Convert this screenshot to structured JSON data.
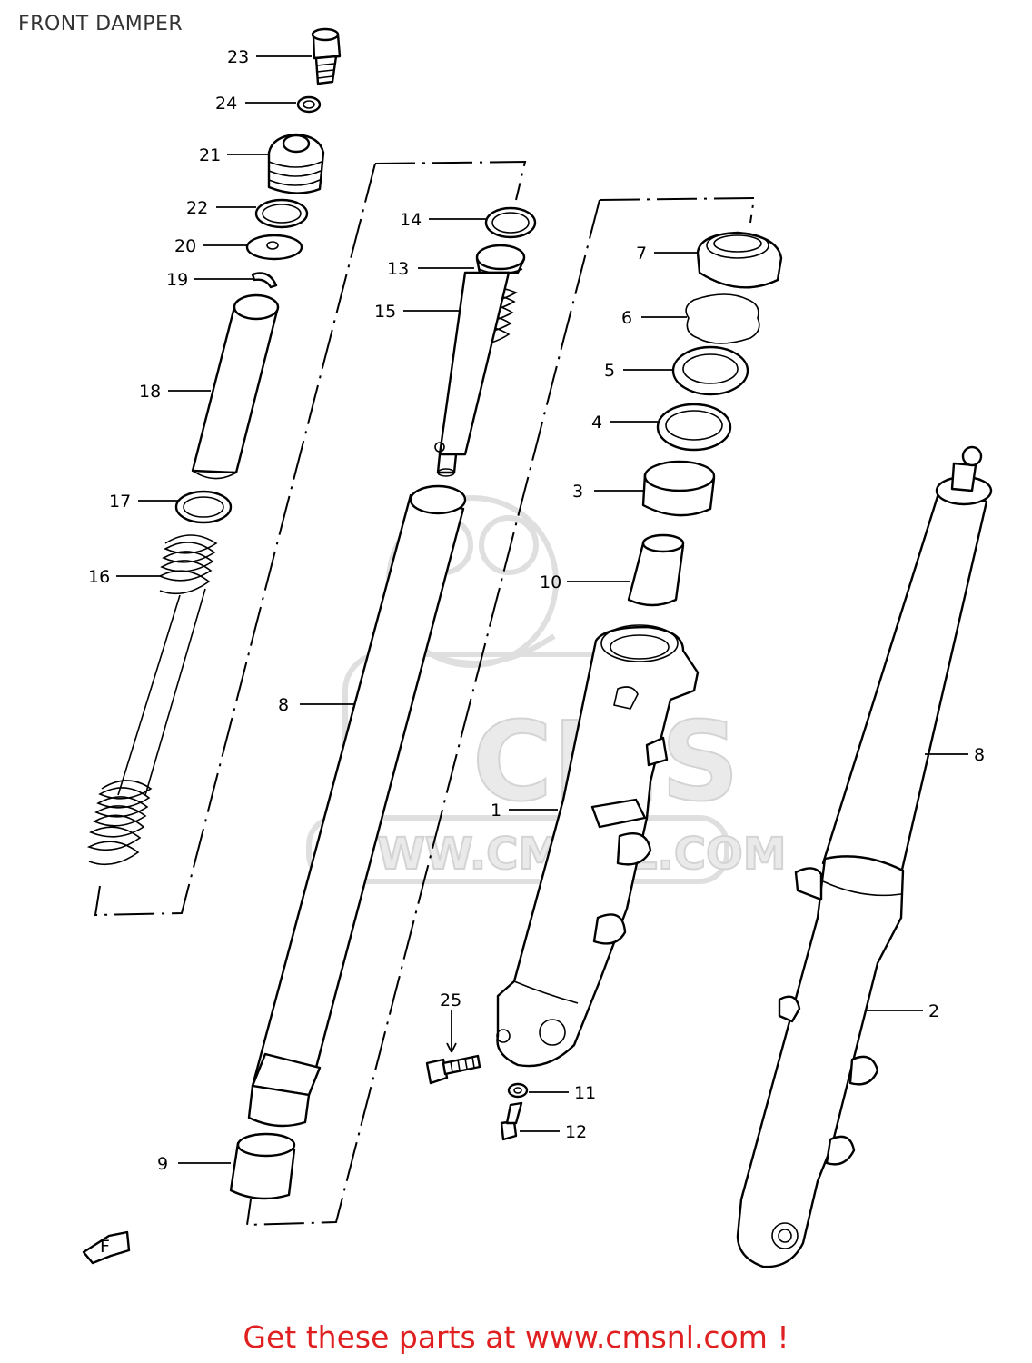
{
  "title": "FRONT DAMPER",
  "footer": "Get these parts at www.cmsnl.com !",
  "watermark": {
    "logo_text": "CMS",
    "url_text": "WWW.CMSNL.COM"
  },
  "front_arrow_label": "F",
  "callouts": [
    {
      "id": "c23",
      "label": "23"
    },
    {
      "id": "c24",
      "label": "24"
    },
    {
      "id": "c21",
      "label": "21"
    },
    {
      "id": "c22",
      "label": "22"
    },
    {
      "id": "c20",
      "label": "20"
    },
    {
      "id": "c19",
      "label": "19"
    },
    {
      "id": "c18",
      "label": "18"
    },
    {
      "id": "c17",
      "label": "17"
    },
    {
      "id": "c16",
      "label": "16"
    },
    {
      "id": "c14",
      "label": "14"
    },
    {
      "id": "c13",
      "label": "13"
    },
    {
      "id": "c15",
      "label": "15"
    },
    {
      "id": "c8a",
      "label": "8"
    },
    {
      "id": "c7",
      "label": "7"
    },
    {
      "id": "c6",
      "label": "6"
    },
    {
      "id": "c5",
      "label": "5"
    },
    {
      "id": "c4",
      "label": "4"
    },
    {
      "id": "c3",
      "label": "3"
    },
    {
      "id": "c10",
      "label": "10"
    },
    {
      "id": "c1",
      "label": "1"
    },
    {
      "id": "c8b",
      "label": "8"
    },
    {
      "id": "c2",
      "label": "2"
    },
    {
      "id": "c25",
      "label": "25"
    },
    {
      "id": "c11",
      "label": "11"
    },
    {
      "id": "c12",
      "label": "12"
    },
    {
      "id": "c9",
      "label": "9"
    }
  ]
}
